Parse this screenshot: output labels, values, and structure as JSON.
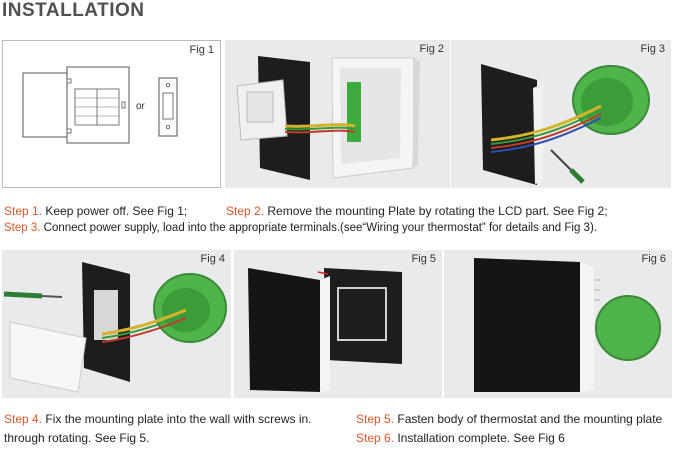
{
  "title": "INSTALLATION",
  "figures": {
    "fig1": "Fig 1",
    "fig2": "Fig 2",
    "fig3": "Fig 3",
    "fig4": "Fig 4",
    "fig5": "Fig 5",
    "fig6": "Fig 6",
    "fig1_or": "or"
  },
  "steps": {
    "s1_num": "Step 1.",
    "s1_text": " Keep power off. See Fig 1;",
    "s2_num": "Step 2.",
    "s2_text": " Remove the mounting Plate by rotating the LCD part. See Fig 2;",
    "s3_num": "Step 3.",
    "s3_text": " Connect power supply, load into the appropriate terminals.(see“Wiring your thermostat” for details and Fig 3).",
    "s4_num": "Step 4.",
    "s4_text": " Fix the mounting plate into the wall with screws in.",
    "s4_text2": "through rotating. See Fig 5.",
    "s5_num": "Step 5.",
    "s5_text": " Fasten body of thermostat and the mounting plate",
    "s6_num": "Step 6.",
    "s6_text": " Installation complete. See Fig 6"
  },
  "colors": {
    "step_accent": "#e0562b",
    "box_green": "#5cb85c",
    "panel_black": "#1c1c1c"
  }
}
